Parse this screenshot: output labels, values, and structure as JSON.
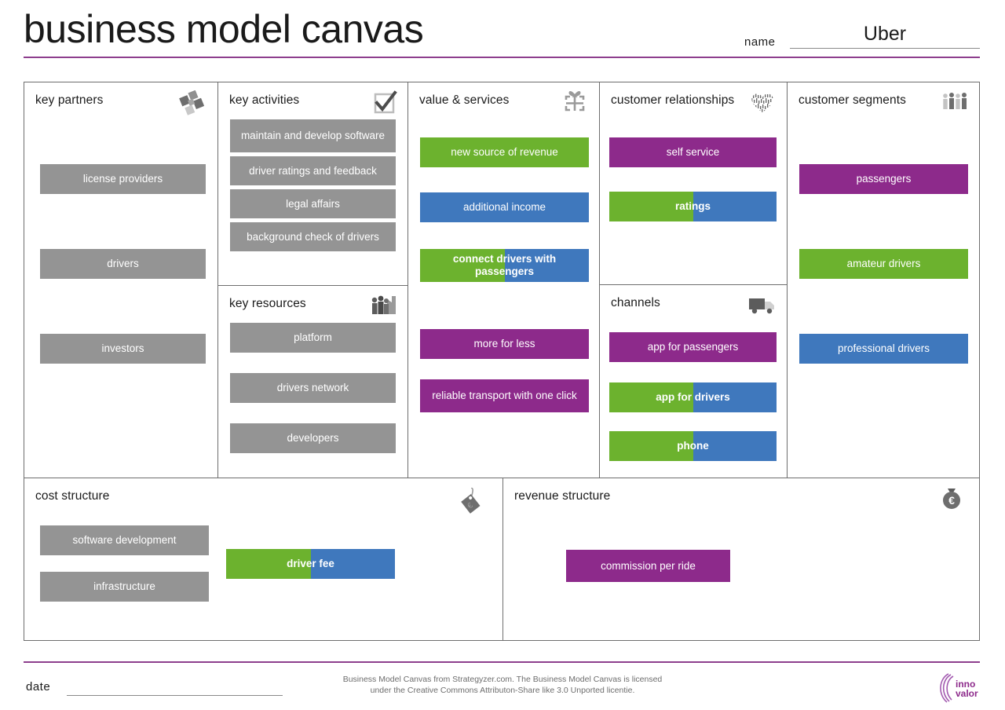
{
  "header": {
    "title": "business model canvas",
    "name_label": "name",
    "name_value": "Uber"
  },
  "colors": {
    "accent_purple": "#8d3e8d",
    "note_gray": "#949494",
    "note_green": "#6cb22e",
    "note_blue": "#3f78bd",
    "note_purple": "#8d2a8b"
  },
  "blocks": {
    "key_partners": {
      "title": "key partners",
      "icon": "puzzle-pieces-icon",
      "notes": [
        {
          "label": "license providers",
          "color": "gray"
        },
        {
          "label": "drivers",
          "color": "gray"
        },
        {
          "label": "investors",
          "color": "gray"
        }
      ]
    },
    "key_activities": {
      "title": "key activities",
      "icon": "checkbox-icon",
      "notes": [
        {
          "label": "maintain and develop software",
          "color": "gray"
        },
        {
          "label": "driver ratings and feedback",
          "color": "gray"
        },
        {
          "label": "legal affairs",
          "color": "gray"
        },
        {
          "label": "background check of drivers",
          "color": "gray"
        }
      ]
    },
    "key_resources": {
      "title": "key resources",
      "icon": "people-factory-icon",
      "notes": [
        {
          "label": "platform",
          "color": "gray"
        },
        {
          "label": "drivers network",
          "color": "gray"
        },
        {
          "label": "developers",
          "color": "gray"
        }
      ]
    },
    "value_services": {
      "title": "value & services",
      "icon": "gift-icon",
      "notes": [
        {
          "label": "new source of revenue",
          "color": "green"
        },
        {
          "label": "additional income",
          "color": "blue"
        },
        {
          "label": "connect drivers with passengers",
          "color": "green-blue-split"
        },
        {
          "label": "more for less",
          "color": "purple"
        },
        {
          "label": "reliable transport with one click",
          "color": "purple"
        }
      ]
    },
    "customer_relationships": {
      "title": "customer relationships",
      "icon": "heart-icon",
      "notes": [
        {
          "label": "self service",
          "color": "purple"
        },
        {
          "label": "ratings",
          "color": "green-blue-split"
        }
      ]
    },
    "channels": {
      "title": "channels",
      "icon": "truck-icon",
      "notes": [
        {
          "label": "app for passengers",
          "color": "purple"
        },
        {
          "label": "app for drivers",
          "color": "green-blue-split"
        },
        {
          "label": "phone",
          "color": "green-blue-split"
        }
      ]
    },
    "customer_segments": {
      "title": "customer segments",
      "icon": "people-group-icon",
      "notes": [
        {
          "label": "passengers",
          "color": "purple"
        },
        {
          "label": "amateur drivers",
          "color": "green"
        },
        {
          "label": "professional drivers",
          "color": "blue"
        }
      ]
    },
    "cost_structure": {
      "title": "cost structure",
      "icon": "price-tag-euro-icon",
      "notes": [
        {
          "label": "software development",
          "color": "gray"
        },
        {
          "label": "infrastructure",
          "color": "gray"
        },
        {
          "label": "driver fee",
          "color": "green-blue-split"
        }
      ]
    },
    "revenue_structure": {
      "title": "revenue structure",
      "icon": "money-bag-euro-icon",
      "notes": [
        {
          "label": "commission per ride",
          "color": "purple"
        }
      ]
    }
  },
  "footer": {
    "date_label": "date",
    "date_value": "",
    "credits_line1": "Business Model Canvas from Strategyzer.com. The Business Model Canvas is licensed",
    "credits_line2": "under the Creative Commons Attributon-Share like 3.0 Unported licentie.",
    "logo_line1": "inno",
    "logo_line2": "valor"
  }
}
